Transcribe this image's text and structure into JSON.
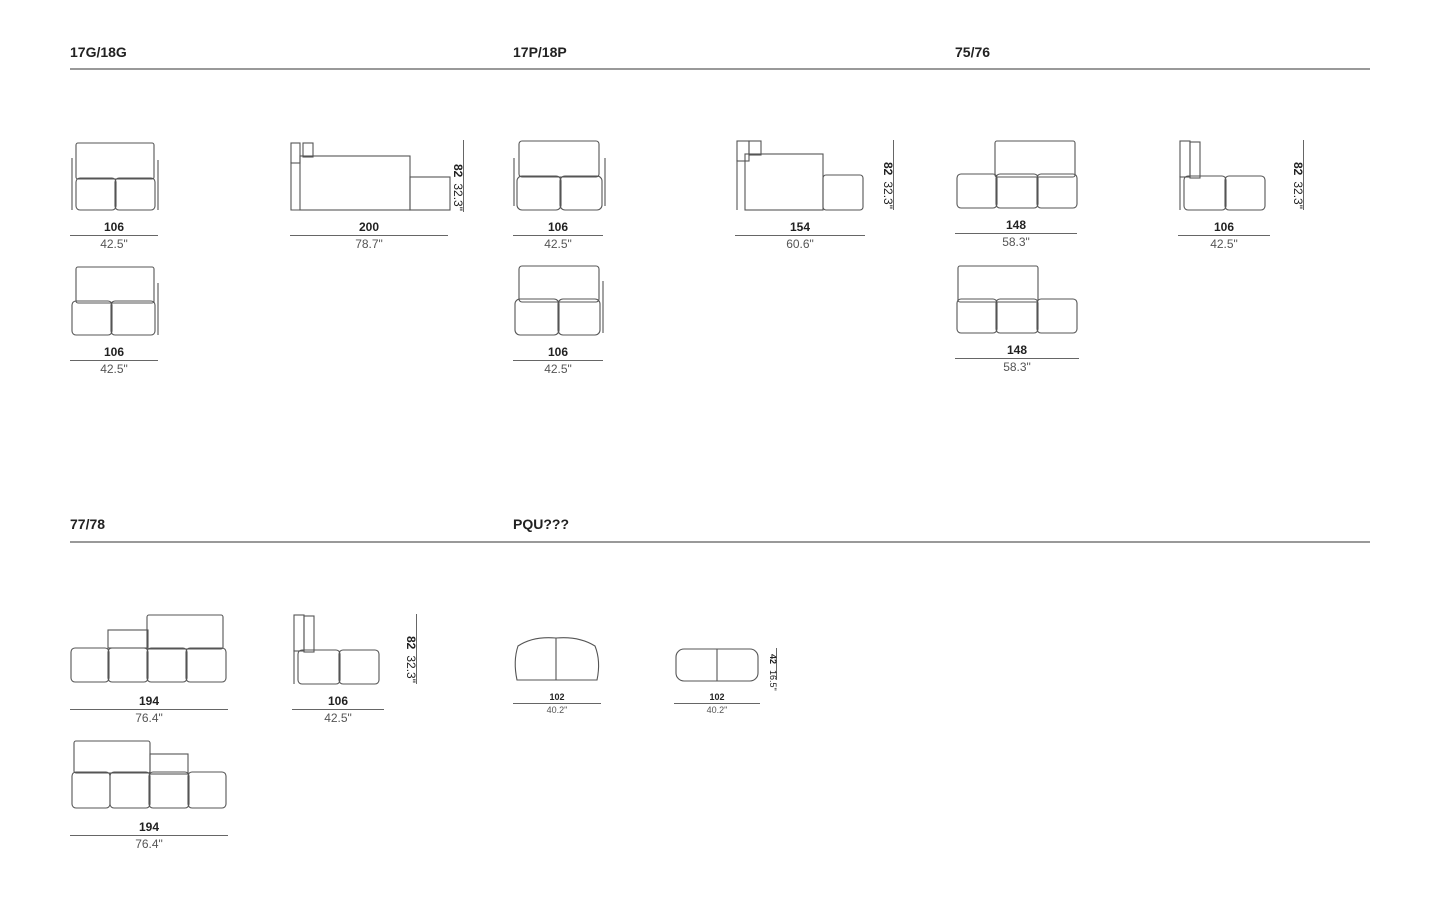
{
  "sections": [
    {
      "title": "17G/18G"
    },
    {
      "title": "17P/18P"
    },
    {
      "title": "75/76"
    },
    {
      "title": "77/78"
    },
    {
      "title": "PQU???"
    }
  ],
  "figures": {
    "g_front1": {
      "cm": "106",
      "in": "42.5\""
    },
    "g_side": {
      "cm": "200",
      "in": "78.7\"",
      "h_cm": "82",
      "h_in": "32.3\""
    },
    "g_front2": {
      "cm": "106",
      "in": "42.5\""
    },
    "p_front1": {
      "cm": "106",
      "in": "42.5\""
    },
    "p_side": {
      "cm": "154",
      "in": "60.6\"",
      "h_cm": "82",
      "h_in": "32.3\""
    },
    "p_front2": {
      "cm": "106",
      "in": "42.5\""
    },
    "c75_front1": {
      "cm": "148",
      "in": "58.3\""
    },
    "c75_side": {
      "cm": "106",
      "in": "42.5\"",
      "h_cm": "82",
      "h_in": "32.3\""
    },
    "c75_front2": {
      "cm": "148",
      "in": "58.3\""
    },
    "c77_front1": {
      "cm": "194",
      "in": "76.4\""
    },
    "c77_side": {
      "cm": "106",
      "in": "42.5\"",
      "h_cm": "82",
      "h_in": "32.3\""
    },
    "c77_front2": {
      "cm": "194",
      "in": "76.4\""
    },
    "pqu_1": {
      "cm": "102",
      "in": "40.2\""
    },
    "pqu_2": {
      "cm": "102",
      "in": "40.2\"",
      "h_cm": "42",
      "h_in": "16.5\""
    }
  }
}
